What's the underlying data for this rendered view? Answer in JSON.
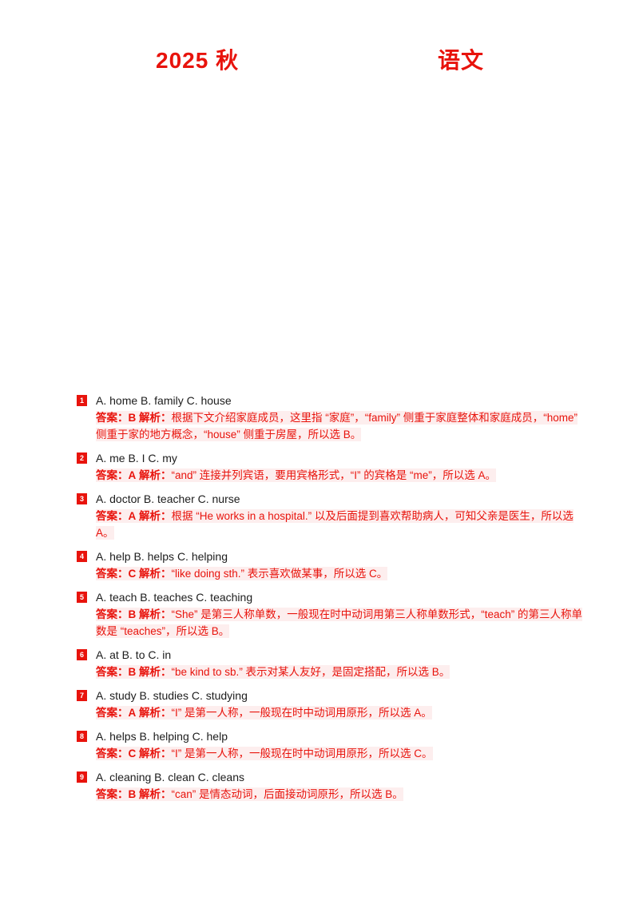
{
  "title": {
    "part1": "2025 秋",
    "part2": "语文"
  },
  "labels": {
    "answer": "答案：",
    "analysis": "解析："
  },
  "questions": [
    {
      "number": "1",
      "options": "A. home B. family C. house",
      "answer": "B",
      "explanation": "根据下文介绍家庭成员，这里指 “家庭”，“family” 侧重于家庭整体和家庭成员，“home” 侧重于家的地方概念，“house” 侧重于房屋，所以选 B。"
    },
    {
      "number": "2",
      "options": "A. me B. I C. my",
      "answer": "A",
      "explanation": "“and” 连接并列宾语，要用宾格形式，“I” 的宾格是 “me”，所以选 A。"
    },
    {
      "number": "3",
      "options": "A. doctor B. teacher C. nurse",
      "answer": "A",
      "explanation": "根据 “He works in a hospital.” 以及后面提到喜欢帮助病人，可知父亲是医生，所以选 A。"
    },
    {
      "number": "4",
      "options": "A. help B. helps C. helping",
      "answer": "C",
      "explanation": "“like doing sth.” 表示喜欢做某事，所以选 C。"
    },
    {
      "number": "5",
      "options": "A. teach B. teaches C. teaching",
      "answer": "B",
      "explanation": "“She” 是第三人称单数，一般现在时中动词用第三人称单数形式，“teach” 的第三人称单数是 “teaches”，所以选 B。"
    },
    {
      "number": "6",
      "options": "A. at B. to C. in",
      "answer": "B",
      "explanation": "“be kind to sb.” 表示对某人友好，是固定搭配，所以选 B。"
    },
    {
      "number": "7",
      "options": "A. study B. studies C. studying",
      "answer": "A",
      "explanation": "“I” 是第一人称，一般现在时中动词用原形，所以选 A。"
    },
    {
      "number": "8",
      "options": "A. helps B. helping C. help",
      "answer": "C",
      "explanation": "“I” 是第一人称，一般现在时中动词用原形，所以选 C。"
    },
    {
      "number": "9",
      "options": "A. cleaning B. clean C. cleans",
      "answer": "B",
      "explanation": "“can” 是情态动词，后面接动词原形，所以选 B。"
    }
  ]
}
